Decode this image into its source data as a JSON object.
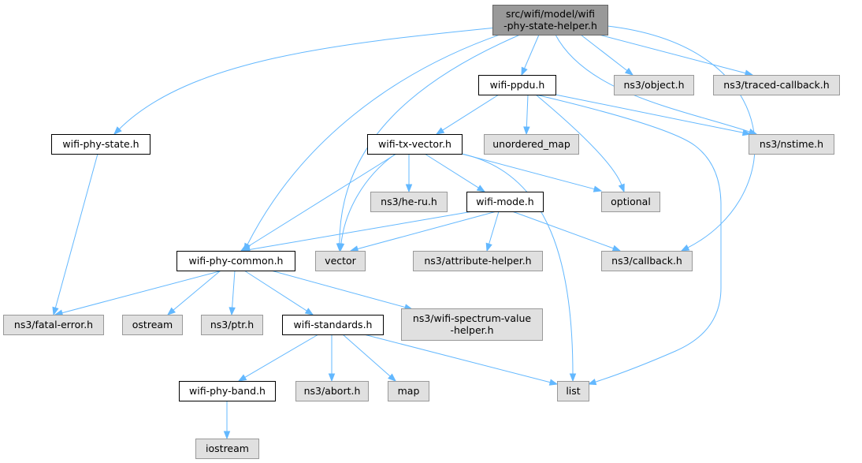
{
  "colors": {
    "root_fill": "#999999",
    "root_stroke": "#666666",
    "local_fill": "#ffffff",
    "local_stroke": "#000000",
    "external_fill": "#e0e0e0",
    "external_stroke": "#999999",
    "edge": "#63b8ff"
  },
  "nodes": [
    {
      "id": "root",
      "kind": "root",
      "lines": [
        "src/wifi/model/wifi",
        "-phy-state-helper.h"
      ]
    },
    {
      "id": "wifi-ppdu",
      "kind": "local",
      "lines": [
        "wifi-ppdu.h"
      ]
    },
    {
      "id": "ns3-object",
      "kind": "external",
      "lines": [
        "ns3/object.h"
      ]
    },
    {
      "id": "ns3-traced-callback",
      "kind": "external",
      "lines": [
        "ns3/traced-callback.h"
      ]
    },
    {
      "id": "wifi-phy-state",
      "kind": "local",
      "lines": [
        "wifi-phy-state.h"
      ]
    },
    {
      "id": "wifi-tx-vector",
      "kind": "local",
      "lines": [
        "wifi-tx-vector.h"
      ]
    },
    {
      "id": "unordered-map",
      "kind": "external",
      "lines": [
        "unordered_map"
      ]
    },
    {
      "id": "ns3-nstime",
      "kind": "external",
      "lines": [
        "ns3/nstime.h"
      ]
    },
    {
      "id": "ns3-he-ru",
      "kind": "external",
      "lines": [
        "ns3/he-ru.h"
      ]
    },
    {
      "id": "wifi-mode",
      "kind": "local",
      "lines": [
        "wifi-mode.h"
      ]
    },
    {
      "id": "optional",
      "kind": "external",
      "lines": [
        "optional"
      ]
    },
    {
      "id": "wifi-phy-common",
      "kind": "local",
      "lines": [
        "wifi-phy-common.h"
      ]
    },
    {
      "id": "vector",
      "kind": "external",
      "lines": [
        "vector"
      ]
    },
    {
      "id": "ns3-attribute-helper",
      "kind": "external",
      "lines": [
        "ns3/attribute-helper.h"
      ]
    },
    {
      "id": "ns3-callback",
      "kind": "external",
      "lines": [
        "ns3/callback.h"
      ]
    },
    {
      "id": "ns3-fatal-error",
      "kind": "external",
      "lines": [
        "ns3/fatal-error.h"
      ]
    },
    {
      "id": "ostream",
      "kind": "external",
      "lines": [
        "ostream"
      ]
    },
    {
      "id": "ns3-ptr",
      "kind": "external",
      "lines": [
        "ns3/ptr.h"
      ]
    },
    {
      "id": "wifi-standards",
      "kind": "local",
      "lines": [
        "wifi-standards.h"
      ]
    },
    {
      "id": "ns3-wifi-spectrum-value-helper",
      "kind": "external",
      "lines": [
        "ns3/wifi-spectrum-value",
        "-helper.h"
      ]
    },
    {
      "id": "wifi-phy-band",
      "kind": "local",
      "lines": [
        "wifi-phy-band.h"
      ]
    },
    {
      "id": "ns3-abort",
      "kind": "external",
      "lines": [
        "ns3/abort.h"
      ]
    },
    {
      "id": "map",
      "kind": "external",
      "lines": [
        "map"
      ]
    },
    {
      "id": "list",
      "kind": "external",
      "lines": [
        "list"
      ]
    },
    {
      "id": "iostream",
      "kind": "external",
      "lines": [
        "iostream"
      ]
    }
  ],
  "edges": [
    [
      "root",
      "wifi-ppdu"
    ],
    [
      "root",
      "ns3-object"
    ],
    [
      "root",
      "ns3-traced-callback"
    ],
    [
      "root",
      "wifi-phy-state"
    ],
    [
      "root",
      "wifi-phy-common"
    ],
    [
      "root",
      "vector"
    ],
    [
      "root",
      "ns3-nstime"
    ],
    [
      "root",
      "ns3-callback"
    ],
    [
      "wifi-ppdu",
      "wifi-tx-vector"
    ],
    [
      "wifi-ppdu",
      "unordered-map"
    ],
    [
      "wifi-ppdu",
      "ns3-nstime"
    ],
    [
      "wifi-ppdu",
      "optional"
    ],
    [
      "wifi-ppdu",
      "list"
    ],
    [
      "wifi-phy-state",
      "ns3-fatal-error"
    ],
    [
      "wifi-tx-vector",
      "ns3-he-ru"
    ],
    [
      "wifi-tx-vector",
      "wifi-mode"
    ],
    [
      "wifi-tx-vector",
      "optional"
    ],
    [
      "wifi-tx-vector",
      "wifi-phy-common"
    ],
    [
      "wifi-tx-vector",
      "vector"
    ],
    [
      "wifi-tx-vector",
      "list"
    ],
    [
      "wifi-mode",
      "wifi-phy-common"
    ],
    [
      "wifi-mode",
      "vector"
    ],
    [
      "wifi-mode",
      "ns3-attribute-helper"
    ],
    [
      "wifi-mode",
      "ns3-callback"
    ],
    [
      "wifi-phy-common",
      "ns3-fatal-error"
    ],
    [
      "wifi-phy-common",
      "ostream"
    ],
    [
      "wifi-phy-common",
      "ns3-ptr"
    ],
    [
      "wifi-phy-common",
      "wifi-standards"
    ],
    [
      "wifi-phy-common",
      "ns3-wifi-spectrum-value-helper"
    ],
    [
      "wifi-standards",
      "wifi-phy-band"
    ],
    [
      "wifi-standards",
      "ns3-abort"
    ],
    [
      "wifi-standards",
      "map"
    ],
    [
      "wifi-standards",
      "list"
    ],
    [
      "wifi-phy-band",
      "iostream"
    ]
  ]
}
